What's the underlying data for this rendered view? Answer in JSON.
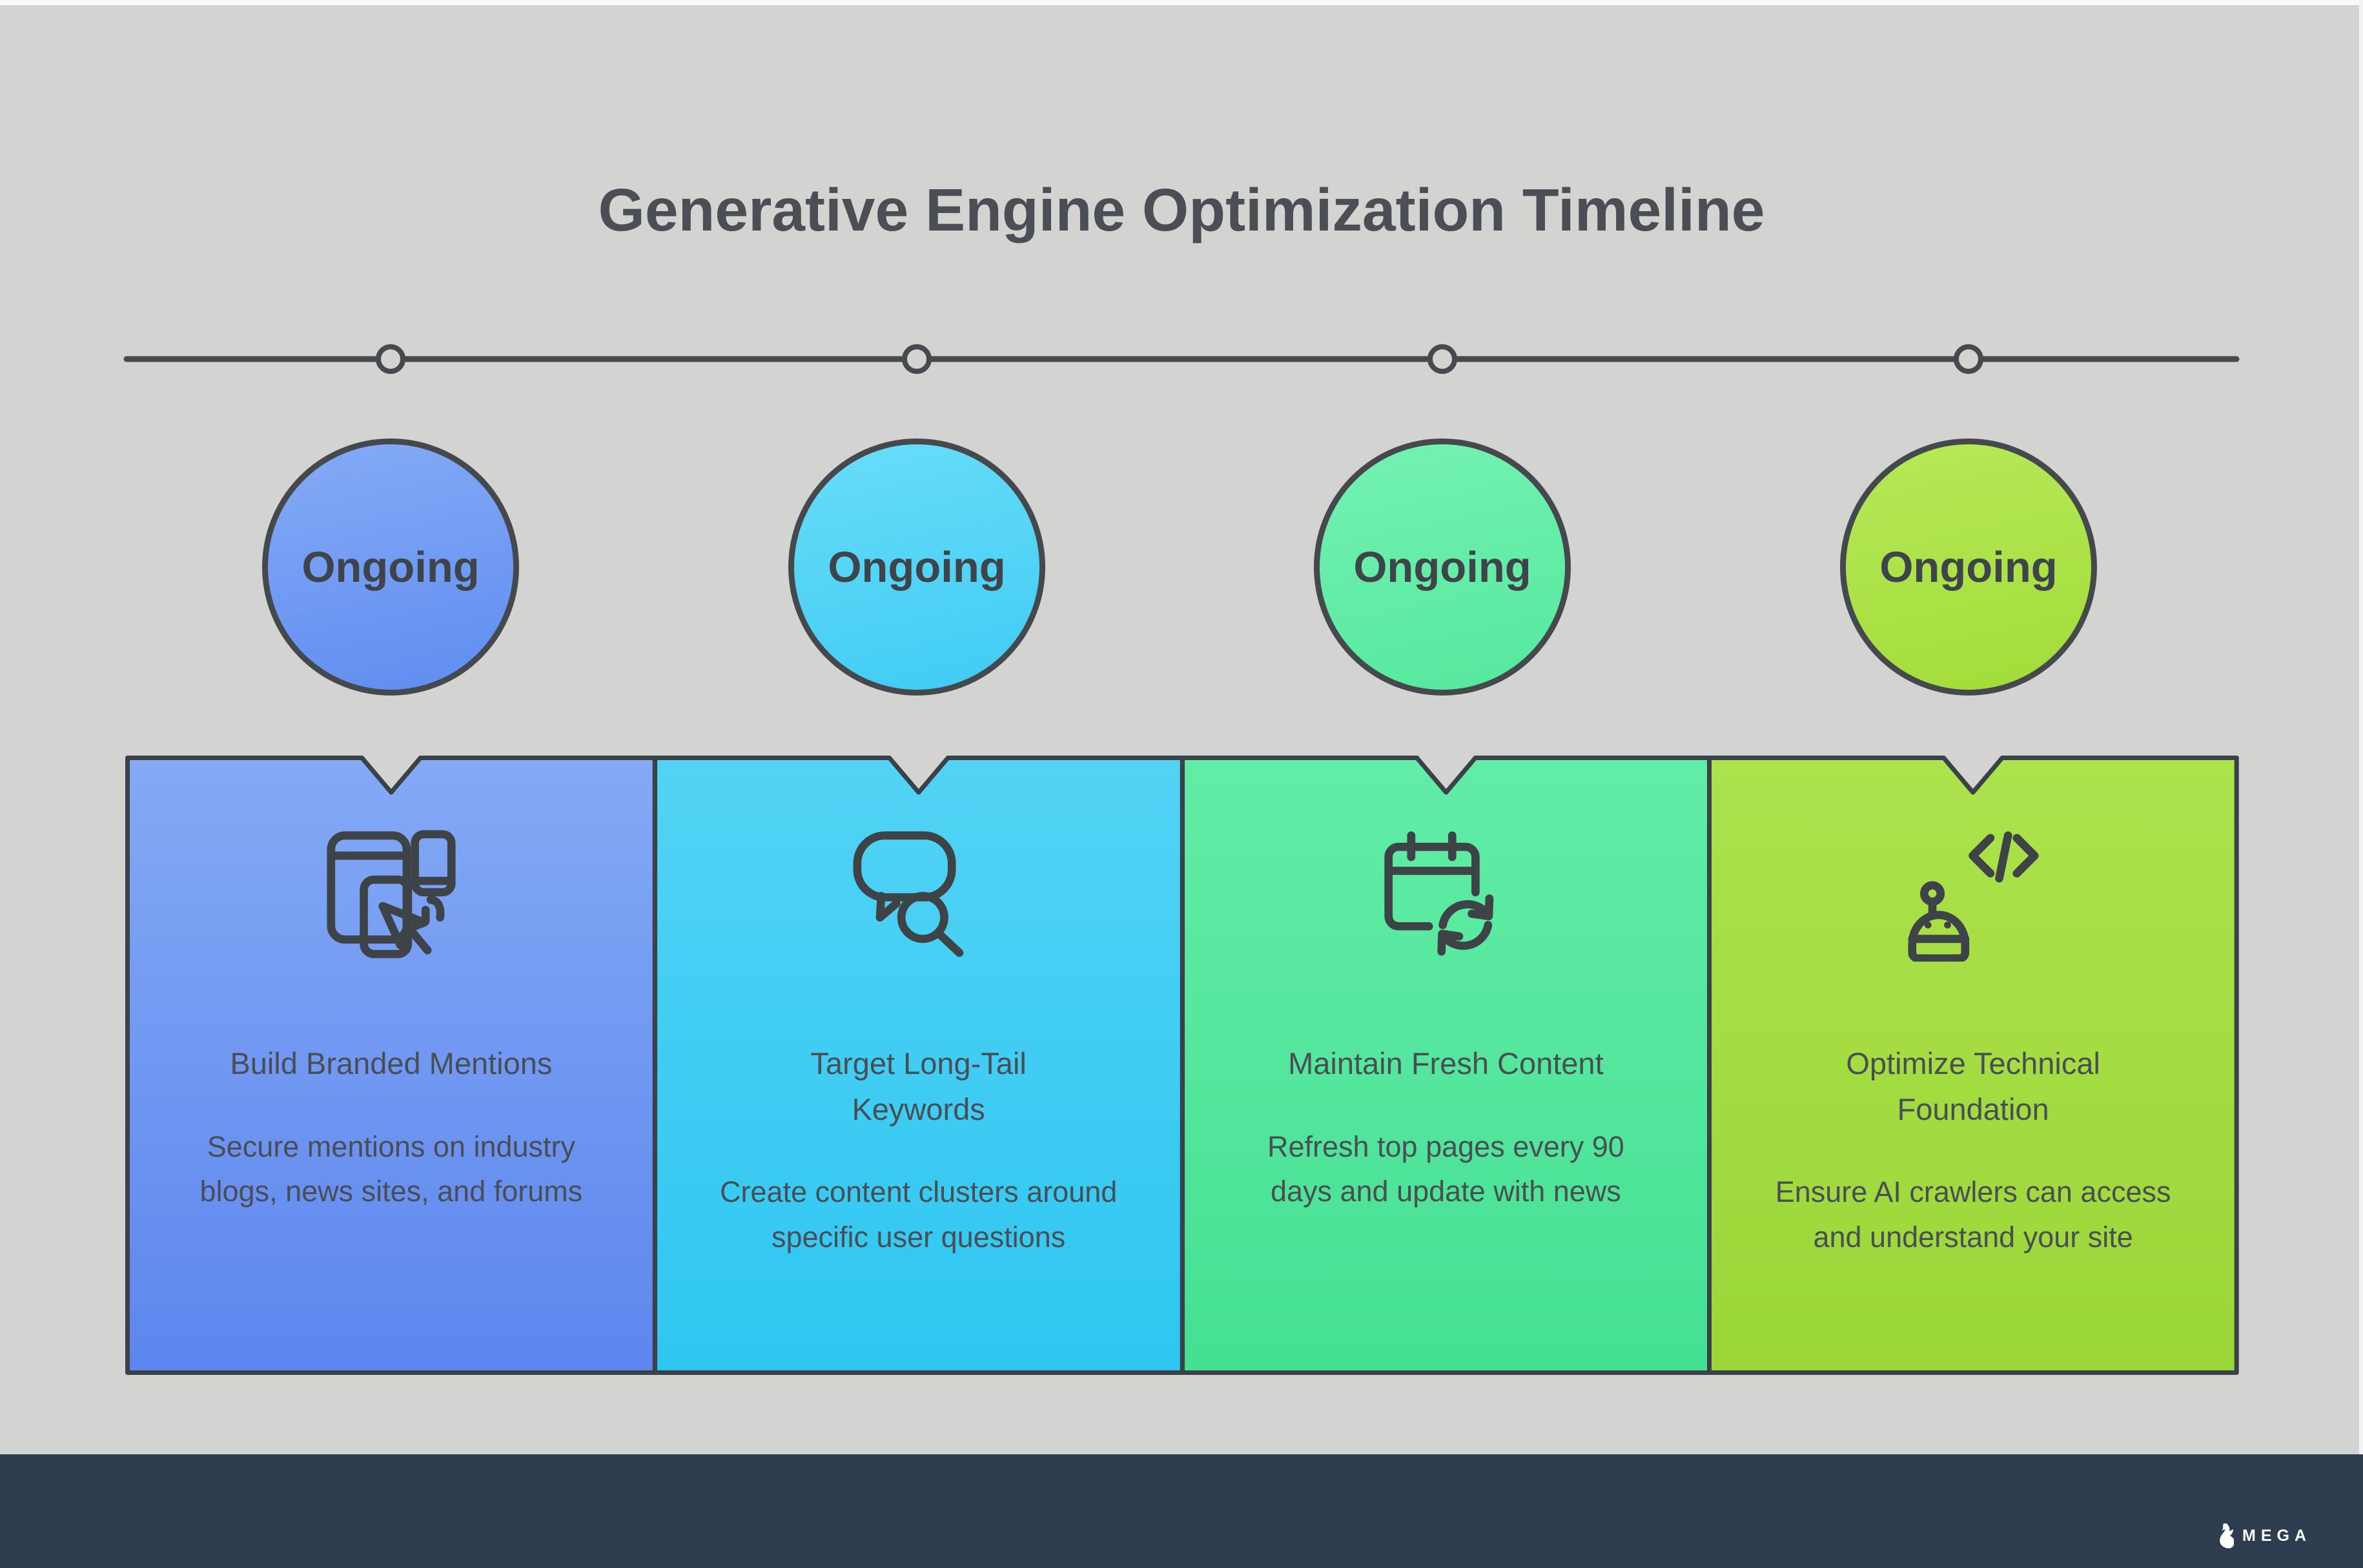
{
  "page": {
    "title": "Generative Engine Optimization Timeline",
    "background_color": "#d3d3d2",
    "stroke_color": "#45484c",
    "text_color": "#494e54",
    "footer_bar_color": "#2d3c4e"
  },
  "timeline": {
    "node_count": 4
  },
  "columns": [
    {
      "badge": "Ongoing",
      "icon": "devices-cursor-icon",
      "heading": "Build Branded Mentions",
      "description": "Secure mentions on industry blogs, news sites, and forums",
      "colors": {
        "circle_top": "#85abf6",
        "circle_bottom": "#5f8cf0",
        "card_top": "#84a9f5",
        "card_bottom": "#5d86ee"
      }
    },
    {
      "badge": "Ongoing",
      "icon": "chat-search-icon",
      "heading": "Target Long-Tail Keywords",
      "description": "Create content clusters around specific user questions",
      "colors": {
        "circle_top": "#69ddf8",
        "circle_bottom": "#3fcbf4",
        "card_top": "#52d3f5",
        "card_bottom": "#2ec6f1"
      }
    },
    {
      "badge": "Ongoing",
      "icon": "calendar-refresh-icon",
      "heading": "Maintain Fresh Content",
      "description": "Refresh top pages every 90 days and update with news",
      "colors": {
        "circle_top": "#74f2b2",
        "circle_bottom": "#55e89d",
        "card_top": "#62eda7",
        "card_bottom": "#45e092"
      }
    },
    {
      "badge": "Ongoing",
      "icon": "robot-code-icon",
      "heading": "Optimize Technical Foundation",
      "description": "Ensure AI crawlers can access and understand your site",
      "colors": {
        "circle_top": "#b6e957",
        "circle_bottom": "#a2dc39",
        "card_top": "#ace24b",
        "card_bottom": "#9bd638"
      }
    }
  ],
  "footer": {
    "brand": "MEGA"
  }
}
